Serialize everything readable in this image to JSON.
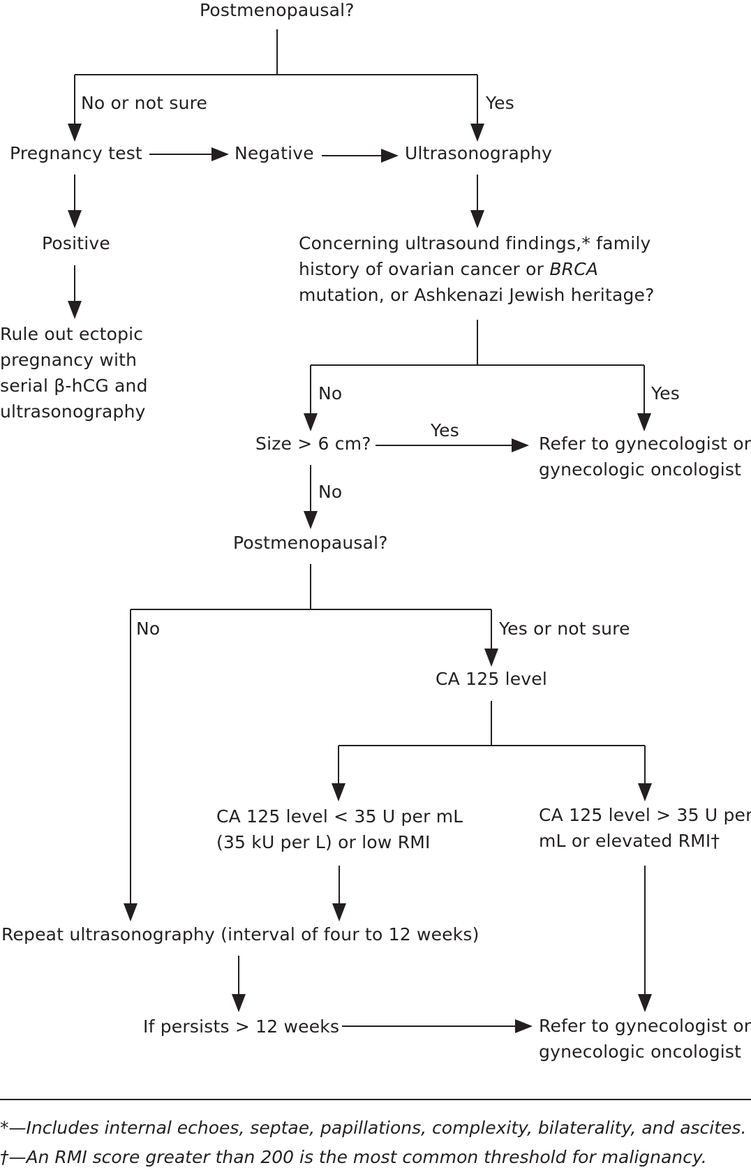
{
  "nodes": {
    "postmenopausal_1": "Postmenopausal?",
    "pregnancy_test": "Pregnancy test",
    "negative": "Negative",
    "ultrasonography": "Ultrasonography",
    "positive": "Positive",
    "rule_out": "Rule out ectopic pregnancy with serial β-hCG and ultrasonography",
    "concerning_part1": "Concerning ultrasound findings,* family history of ovarian cancer or ",
    "concerning_italic": "BRCA",
    "concerning_part2": " mutation, or Ashkenazi Jewish heritage?",
    "size": "Size > 6 cm?",
    "refer_1": "Refer to gynecologist or gynecologic oncologist",
    "postmenopausal_2": "Postmenopausal?",
    "ca125": "CA 125 level",
    "ca125_low": "CA 125 level < 35 U per mL (35 kU per L) or low RMI",
    "ca125_high": "CA 125 level > 35 U per mL or elevated RMI†",
    "repeat_us": "Repeat ultrasonography (interval of four to 12 weeks)",
    "persists": "If persists > 12 weeks",
    "refer_2": "Refer to gynecologist or gynecologic oncologist"
  },
  "edge_labels": {
    "no_or_not_sure": "No or not sure",
    "yes_1": "Yes",
    "no_2": "No",
    "yes_2": "Yes",
    "yes_size": "Yes",
    "no_size": "No",
    "no_3": "No",
    "yes_or_not_sure": "Yes or not sure"
  },
  "footnotes": [
    "*—Includes internal echoes, septae, papillations, complexity, bilaterality, and ascites.",
    "†—An RMI score greater than 200 is the most common threshold for malignancy."
  ]
}
